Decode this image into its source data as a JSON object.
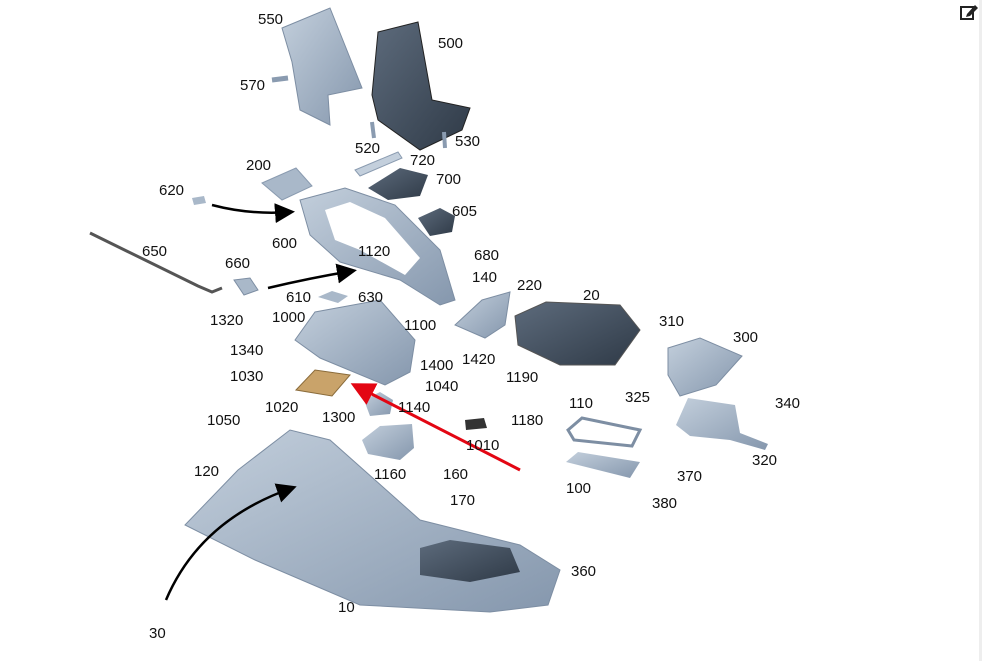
{
  "toolbar": {
    "edit_icon": "edit-icon"
  },
  "diagram": {
    "type": "exploded-parts-diagram",
    "highlight_color": "#e30613",
    "highlighted_part": "1020",
    "part_color": "#9fb0c4",
    "highlight_part_color": "#c9a36a",
    "labels": [
      {
        "id": "550",
        "text": "550"
      },
      {
        "id": "500",
        "text": "500"
      },
      {
        "id": "570",
        "text": "570"
      },
      {
        "id": "520",
        "text": "520"
      },
      {
        "id": "530",
        "text": "530"
      },
      {
        "id": "720",
        "text": "720"
      },
      {
        "id": "200",
        "text": "200"
      },
      {
        "id": "700",
        "text": "700"
      },
      {
        "id": "620",
        "text": "620"
      },
      {
        "id": "605",
        "text": "605"
      },
      {
        "id": "650",
        "text": "650"
      },
      {
        "id": "600",
        "text": "600"
      },
      {
        "id": "1120",
        "text": "1120"
      },
      {
        "id": "680",
        "text": "680"
      },
      {
        "id": "660",
        "text": "660"
      },
      {
        "id": "140",
        "text": "140"
      },
      {
        "id": "220",
        "text": "220"
      },
      {
        "id": "20",
        "text": "20"
      },
      {
        "id": "610",
        "text": "610"
      },
      {
        "id": "630",
        "text": "630"
      },
      {
        "id": "1320",
        "text": "1320"
      },
      {
        "id": "1000",
        "text": "1000"
      },
      {
        "id": "1100",
        "text": "1100"
      },
      {
        "id": "310",
        "text": "310"
      },
      {
        "id": "300",
        "text": "300"
      },
      {
        "id": "1340",
        "text": "1340"
      },
      {
        "id": "1400",
        "text": "1400"
      },
      {
        "id": "1420",
        "text": "1420"
      },
      {
        "id": "1030",
        "text": "1030"
      },
      {
        "id": "1040",
        "text": "1040"
      },
      {
        "id": "1190",
        "text": "1190"
      },
      {
        "id": "1020",
        "text": "1020"
      },
      {
        "id": "1140",
        "text": "1140"
      },
      {
        "id": "325",
        "text": "325"
      },
      {
        "id": "110",
        "text": "110"
      },
      {
        "id": "340",
        "text": "340"
      },
      {
        "id": "1050",
        "text": "1050"
      },
      {
        "id": "1300",
        "text": "1300"
      },
      {
        "id": "1180",
        "text": "1180"
      },
      {
        "id": "1010",
        "text": "1010"
      },
      {
        "id": "320",
        "text": "320"
      },
      {
        "id": "120",
        "text": "120"
      },
      {
        "id": "1160",
        "text": "1160"
      },
      {
        "id": "160",
        "text": "160"
      },
      {
        "id": "370",
        "text": "370"
      },
      {
        "id": "100",
        "text": "100"
      },
      {
        "id": "170",
        "text": "170"
      },
      {
        "id": "380",
        "text": "380"
      },
      {
        "id": "360",
        "text": "360"
      },
      {
        "id": "10",
        "text": "10"
      },
      {
        "id": "30",
        "text": "30"
      }
    ]
  }
}
